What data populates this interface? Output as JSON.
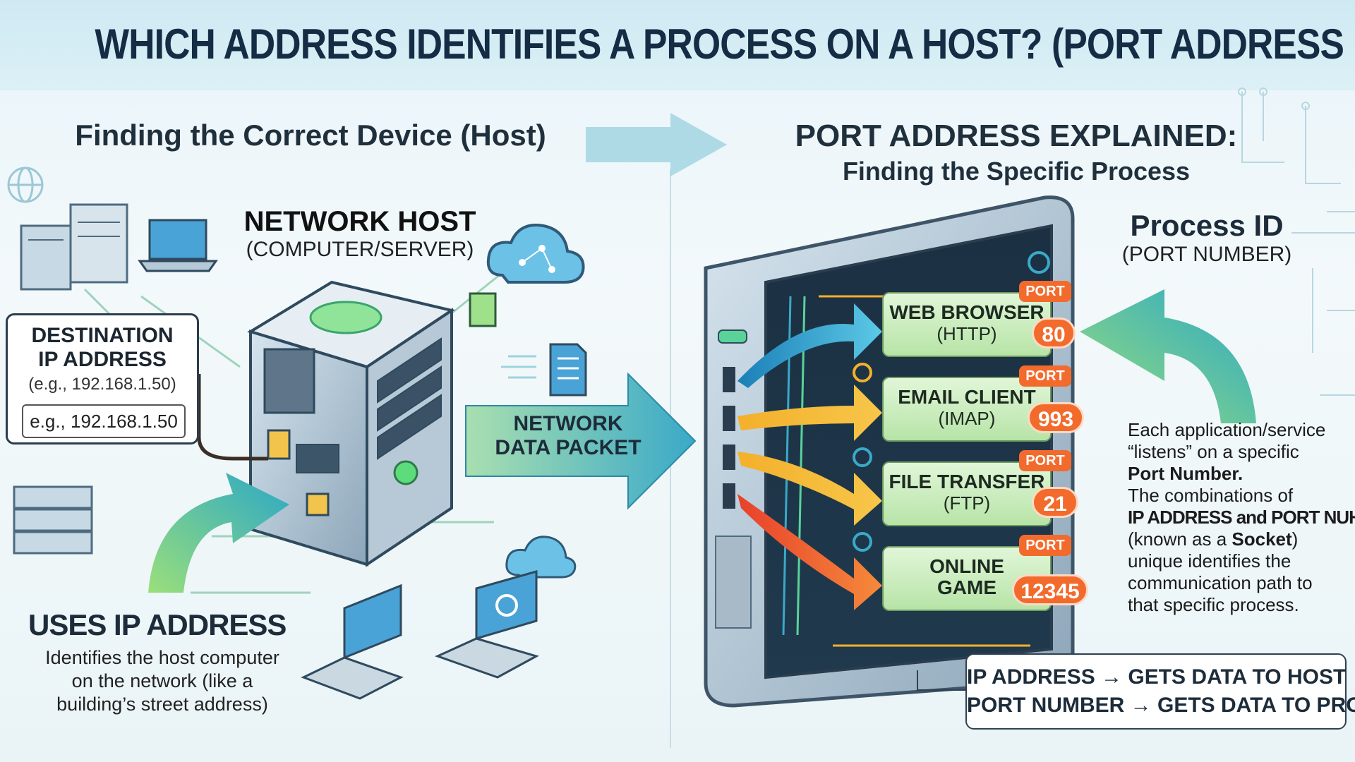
{
  "title": "WHICH ADDRESS IDENTIFIES A PROCESS ON A HOST? (PORT ADDRESS EXPLAINED)",
  "left": {
    "heading": "Finding the Correct Device (Host)",
    "host_title": "NETWORK HOST",
    "host_subtitle": "(COMPUTER/SERVER)",
    "dest_line1": "DESTINATION",
    "dest_line2": "IP ADDRESS",
    "dest_example": "(e.g., 192.168.1.50)",
    "dest_input": "e.g., 192.168.1.50",
    "uses_title": "USES IP ADDRESS",
    "uses_line1": "Identifies the host computer",
    "uses_line2": "on the network (like a",
    "uses_line3": "building’s street address)"
  },
  "packet": {
    "line1": "NETWORK",
    "line2": "DATA PACKET"
  },
  "right": {
    "heading": "PORT ADDRESS EXPLAINED:",
    "subheading": "Finding the Specific Process",
    "process_title": "Process ID",
    "process_subtitle": "(PORT NUMBER)",
    "processes": [
      {
        "name": "WEB BROWSER",
        "protocol": "(HTTP)",
        "tag": "PORT",
        "port": "80"
      },
      {
        "name": "EMAIL CLIENT",
        "protocol": "(IMAP)",
        "tag": "PORT",
        "port": "993"
      },
      {
        "name": "FILE TRANSFER",
        "protocol": "(FTP)",
        "tag": "PORT",
        "port": "21"
      },
      {
        "name": "ONLINE",
        "protocol": "GAME",
        "tag": "PORT",
        "port": "12345"
      }
    ],
    "explain": {
      "l1": "Each application/service",
      "l2": "“listens” on a specific",
      "l3": "Port Number.",
      "l4": "The combinations of",
      "l5": "IP ADDRESS and PORT NUHER",
      "l6a": "(known as a ",
      "l6b": "Socket",
      "l6c": ")",
      "l7": "unique identifies the",
      "l8": "communication path to",
      "l9": "that specific process."
    },
    "summary_line1": "IP ADDRESS → GETS DATA TO HOST",
    "summary_line2": "PORT NUMBER → GETS DATA TO PROCESS"
  },
  "colors": {
    "accent_orange": "#f26b2c",
    "process_green": "#b7e4a7",
    "teal": "#3aa9c8",
    "navy": "#142d45"
  }
}
